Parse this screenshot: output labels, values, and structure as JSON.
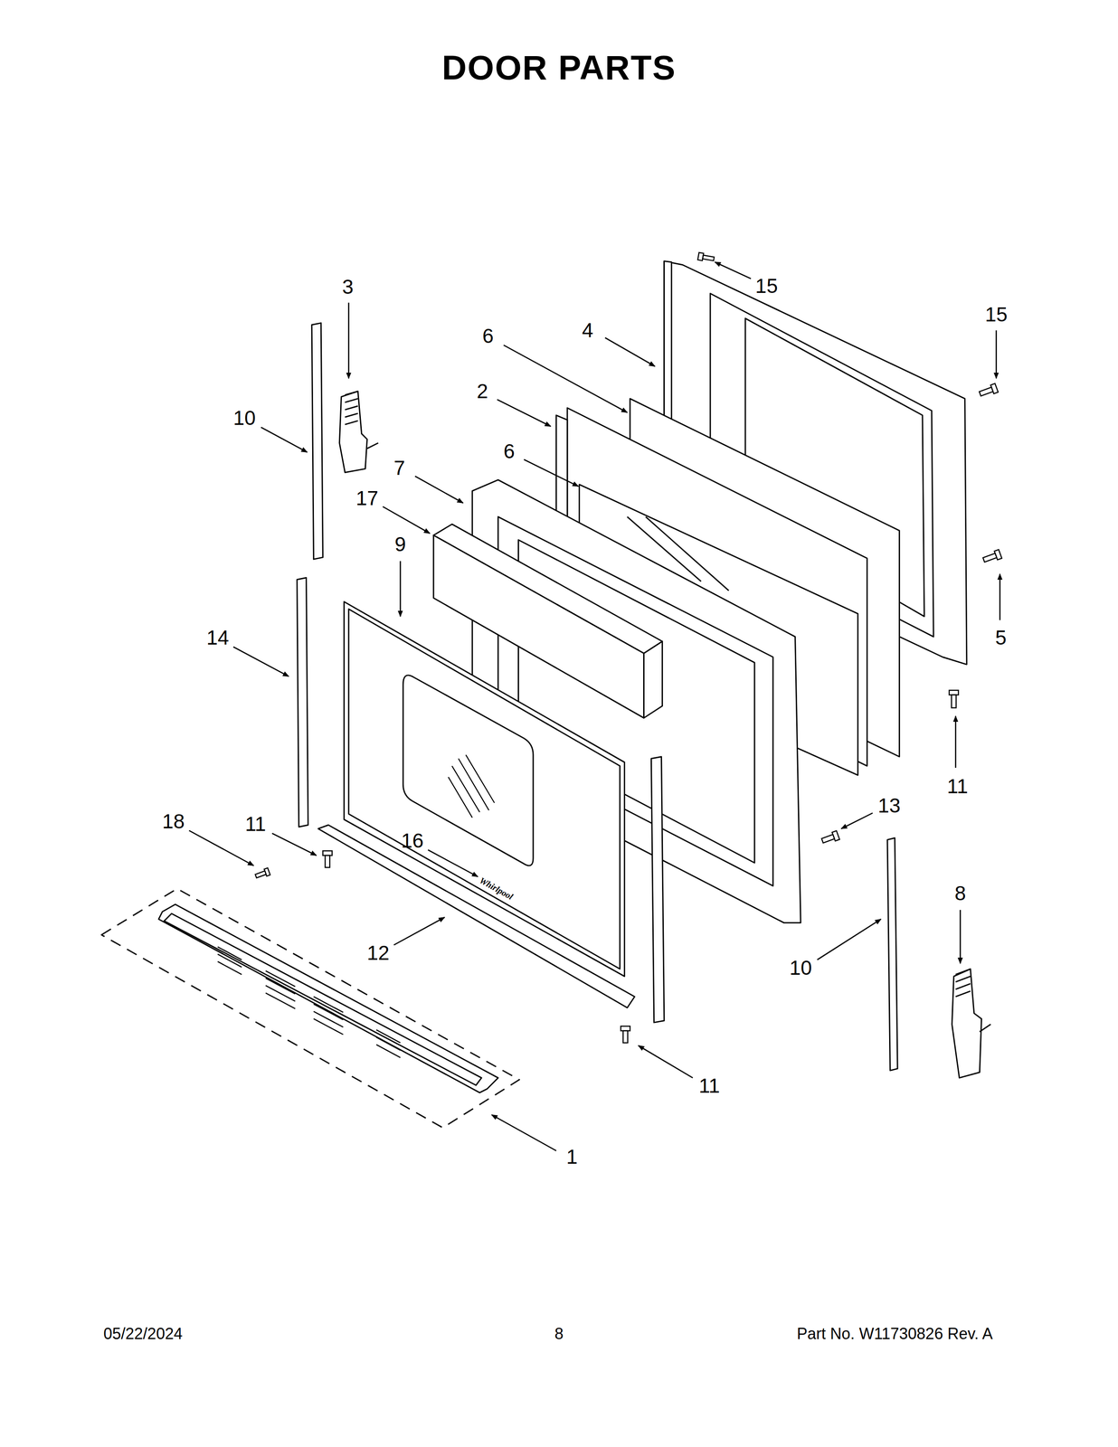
{
  "diagram": {
    "title": "DOOR PARTS",
    "labels": [
      "15",
      "3",
      "6",
      "4",
      "15",
      "2",
      "10",
      "6",
      "7",
      "17",
      "9",
      "5",
      "14",
      "11",
      "13",
      "18",
      "11",
      "16",
      "8",
      "12",
      "10",
      "11",
      "1",
      "Whirlpool",
      "05/22/2024",
      "8",
      "Part No.  W11730826  Rev.  A"
    ]
  }
}
